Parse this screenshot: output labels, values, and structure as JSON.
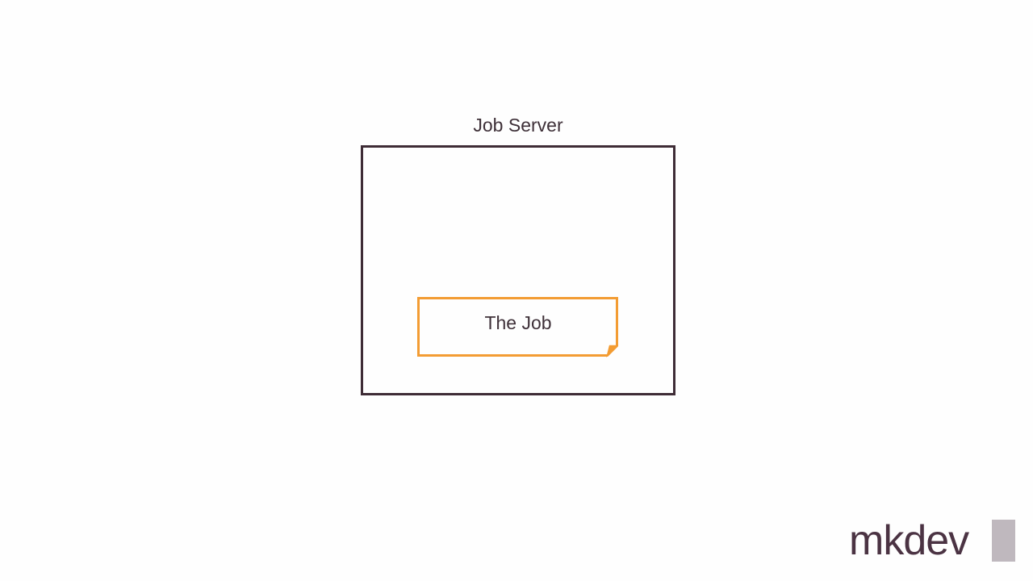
{
  "diagram": {
    "server_label": "Job Server",
    "job_label": "The Job"
  },
  "logo": {
    "text": "mkdev"
  },
  "colors": {
    "server_border": "#3e2c36",
    "job_border": "#f39c33",
    "text": "#3e3038",
    "logo_text": "#4b3343",
    "logo_block": "#bfb8be",
    "background": "#fefefe"
  }
}
